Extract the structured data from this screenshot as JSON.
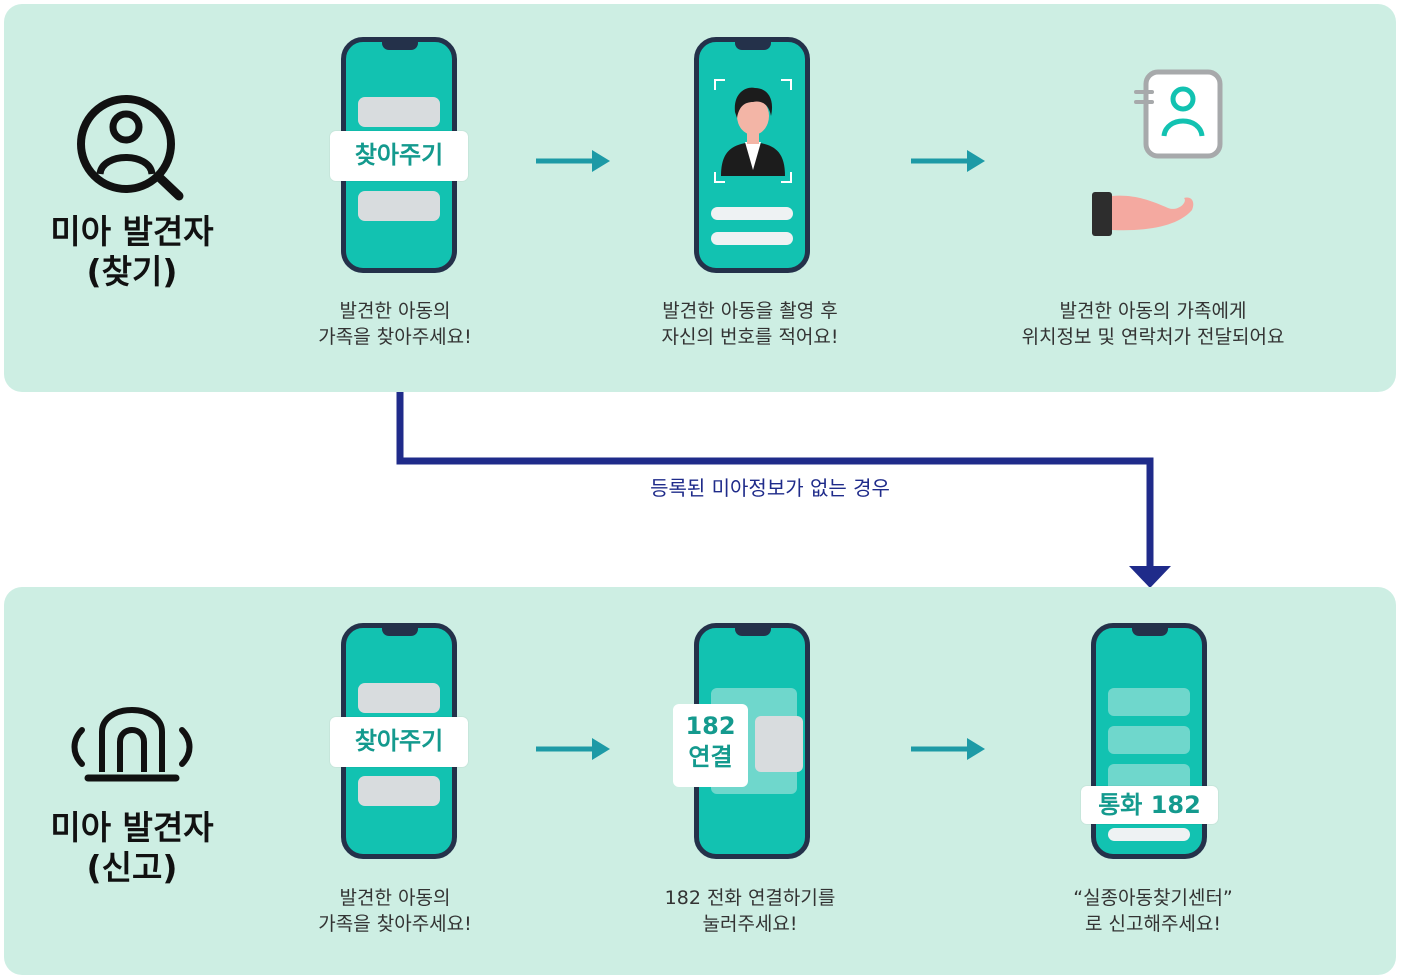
{
  "colors": {
    "panel_bg": "#cdeee3",
    "phone_screen": "#12c2b1",
    "phone_frame": "#24314a",
    "accent_teal": "#149a8e",
    "arrow_teal": "#1d9aa6",
    "connector_navy": "#1f2b8a"
  },
  "top": {
    "title_lines": [
      "미아 발견자",
      "(찾기)"
    ],
    "icon": "person-search-icon",
    "step1": {
      "tag": "찾아주기",
      "caption_lines": [
        "발견한 아동의",
        "가족을 찾아주세요!"
      ]
    },
    "step2": {
      "icon": "photo-profile-icon",
      "caption_lines": [
        "발견한 아동을 촬영 후",
        "자신의 번호를 적어요!"
      ]
    },
    "step3": {
      "icon": "contact-card-hand-icon",
      "caption_lines": [
        "발견한 아동의 가족에게",
        "위치정보 및 연락처가 전달되어요"
      ]
    }
  },
  "connector": {
    "label": "등록된 미아정보가 없는 경우"
  },
  "bottom": {
    "title_lines": [
      "미아 발견자",
      "(신고)"
    ],
    "icon": "siren-icon",
    "step1": {
      "tag": "찾아주기",
      "caption_lines": [
        "발견한 아동의",
        "가족을 찾아주세요!"
      ]
    },
    "step2": {
      "tag_lines": [
        "182",
        "연결"
      ],
      "caption_lines": [
        "182 전화 연결하기를",
        "눌러주세요!"
      ]
    },
    "step3": {
      "tag": "통화 182",
      "caption_lines": [
        "“실종아동찾기센터”",
        "로 신고해주세요!"
      ]
    }
  }
}
